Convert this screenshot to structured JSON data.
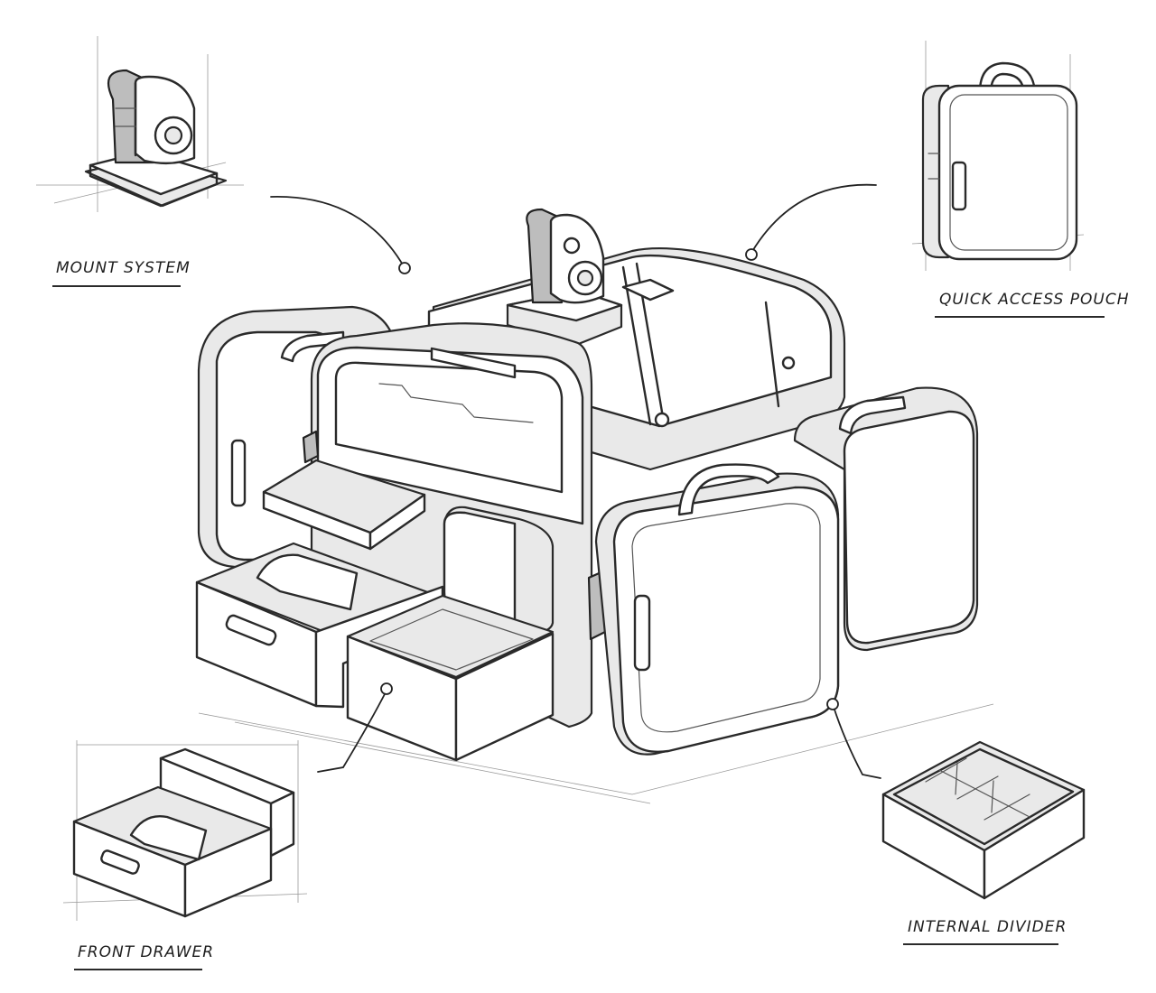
{
  "labels": {
    "mount_system": "MOUNT SYSTEM",
    "quick_access_pouch": "QUICK ACCESS POUCH",
    "front_drawer": "FRONT DRAWER",
    "internal_divider": "INTERNAL DIVIDER"
  },
  "colors": {
    "ink": "#2a2a2a",
    "paper": "#ffffff",
    "shading": "#e9e9e9"
  }
}
